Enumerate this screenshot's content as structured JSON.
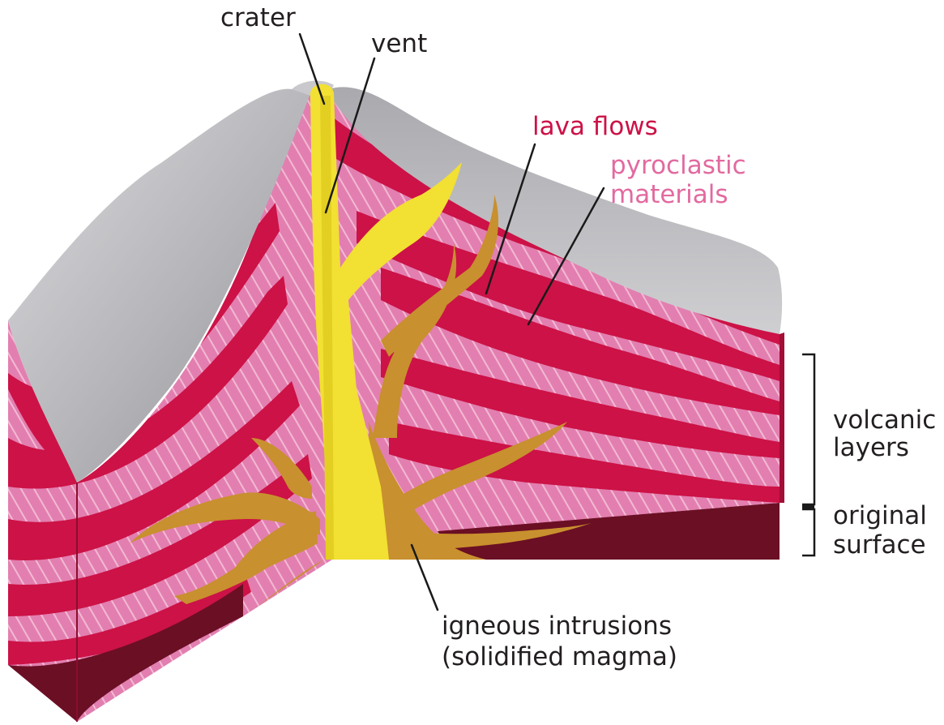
{
  "diagram": {
    "labels": {
      "crater": "crater",
      "vent": "vent",
      "lava_flows": "lava flows",
      "pyroclastic_line1": "pyroclastic",
      "pyroclastic_line2": "materials",
      "volcanic_line1": "volcanic",
      "volcanic_line2": "layers",
      "original_line1": "original",
      "original_line2": "surface",
      "igneous_line1": "igneous intrusions",
      "igneous_line2": "(solidified magma)"
    },
    "colors": {
      "lava": "#cc1246",
      "pyroclastic": "#e77fb0",
      "ash_surface": "#b9b9bd",
      "original_surface": "#6b0f24",
      "magma_vent": "#f2e032",
      "intrusion": "#c8902e",
      "text_dark": "#231f20",
      "text_red": "#cc1246",
      "text_pink": "#e26aa0"
    }
  }
}
